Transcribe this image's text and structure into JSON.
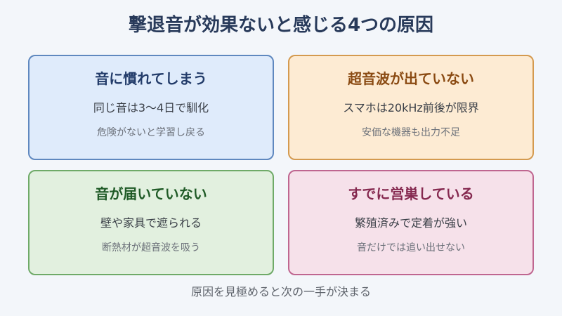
{
  "title": "撃退音が効果ないと感じる4つの原因",
  "causes": [
    {
      "heading": "音に慣れてしまう",
      "line": "同じ音は3〜4日で馴化",
      "note": "危険がないと学習し戻る"
    },
    {
      "heading": "超音波が出ていない",
      "line": "スマホは20kHz前後が限界",
      "note": "安価な機器も出力不足"
    },
    {
      "heading": "音が届いていない",
      "line": "壁や家具で遮られる",
      "note": "断熱材が超音波を吸う"
    },
    {
      "heading": "すでに営巣している",
      "line": "繁殖済みで定着が強い",
      "note": "音だけでは追い出せない"
    }
  ],
  "footer": "原因を見極めると次の一手が決まる",
  "colors": {
    "background": "#f3f6fa",
    "title": "#283a5a",
    "card_blue_fill": "#dfebfb",
    "card_blue_border": "#5f88bf",
    "card_orange_fill": "#fdebd3",
    "card_orange_border": "#d49a4f",
    "card_green_fill": "#e2f0df",
    "card_green_border": "#6faa68",
    "card_pink_fill": "#f6e1ea",
    "card_pink_border": "#bf6690"
  }
}
